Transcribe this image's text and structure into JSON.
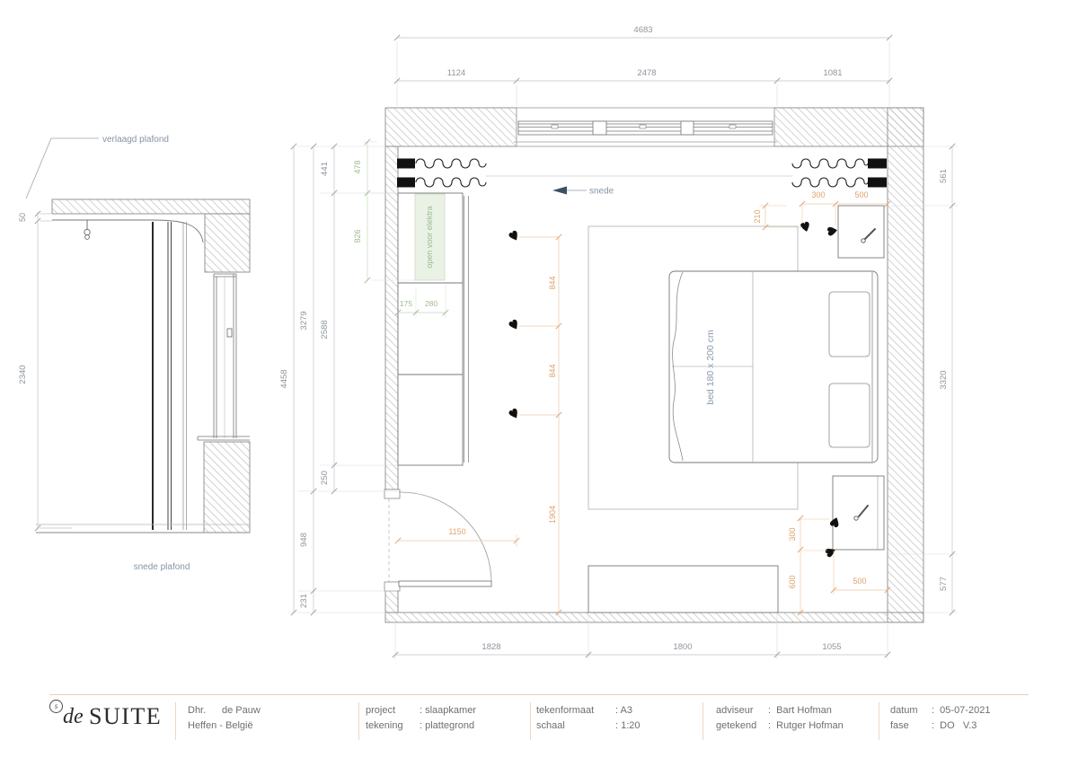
{
  "plan": {
    "dim_total_width": "4683",
    "dim_top_segments": [
      "1124",
      "2478",
      "1081"
    ],
    "dim_bottom_segments": [
      "1828",
      "1800",
      "1055"
    ],
    "dim_left_total": "4458",
    "dim_left_outer_chain": [
      "3279",
      "948",
      "231"
    ],
    "dim_left_inner_chain": [
      "441",
      "2588",
      "250"
    ],
    "dim_right_chain": [
      "561",
      "3320",
      "577"
    ],
    "green": {
      "vertical": [
        "478",
        "826"
      ],
      "horizontal": [
        "175",
        "280"
      ],
      "note": "open voor elektra"
    },
    "orange": {
      "light_spacing": [
        "844",
        "844",
        "1904"
      ],
      "door_width": "1150",
      "bedside_top": [
        "210",
        "300",
        "500"
      ],
      "bedside_bottom": [
        "300",
        "600",
        "500"
      ]
    },
    "bed_label": "bed 180 x 200 cm",
    "section_cut_label": "snede"
  },
  "section": {
    "ceiling_label": "verlaagd plafond",
    "caption": "snede plafond",
    "dim_drop": "50",
    "dim_height": "2340"
  },
  "titleblock": {
    "brand": {
      "prefix": "de",
      "name": "SUITE",
      "emblem": "s"
    },
    "client": {
      "salutation": "Dhr.",
      "name": "de Pauw",
      "location": "Heffen - België"
    },
    "project": {
      "label": "project",
      "value": ": slaapkamer"
    },
    "drawing": {
      "label": "tekening",
      "value": ": plattegrond"
    },
    "format": {
      "label": "tekenformaat",
      "value": ": A3"
    },
    "scale": {
      "label": "schaal",
      "value": ": 1:20"
    },
    "advisor": {
      "label": "adviseur  ",
      "value": ":  Bart Hofman"
    },
    "drafter": {
      "label": "getekend",
      "value": ":  Rutger Hofman"
    },
    "date": {
      "label": "datum",
      "value": ":  05-07-2021"
    },
    "phase": {
      "label": "fase",
      "value": ":  DO   V.3"
    }
  },
  "colors": {
    "dim_gray": "#9aa0a6",
    "dim_orange": "#dfa36f",
    "dim_green": "#9cbd8f",
    "label_blue": "#8595a6",
    "accent_rule": "#f0cdb0",
    "hatch": "#bfbfbf"
  }
}
